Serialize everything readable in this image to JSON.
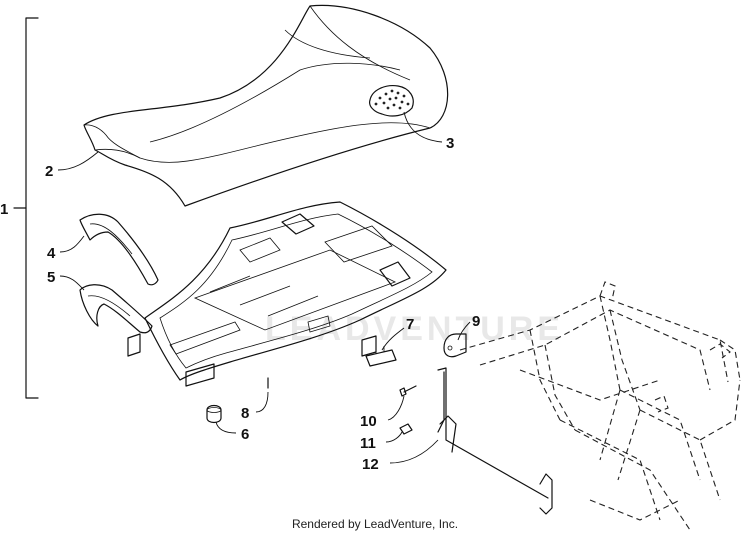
{
  "callouts": [
    {
      "id": "c1",
      "label": "1"
    },
    {
      "id": "c2",
      "label": "2"
    },
    {
      "id": "c3",
      "label": "3"
    },
    {
      "id": "c4",
      "label": "4"
    },
    {
      "id": "c5",
      "label": "5"
    },
    {
      "id": "c6",
      "label": "6"
    },
    {
      "id": "c7",
      "label": "7"
    },
    {
      "id": "c8",
      "label": "8"
    },
    {
      "id": "c9",
      "label": "9"
    },
    {
      "id": "c10",
      "label": "10"
    },
    {
      "id": "c11",
      "label": "11"
    },
    {
      "id": "c12",
      "label": "12"
    }
  ],
  "watermark": "LEADVENTURE",
  "credit": "Rendered by LeadVenture, Inc."
}
